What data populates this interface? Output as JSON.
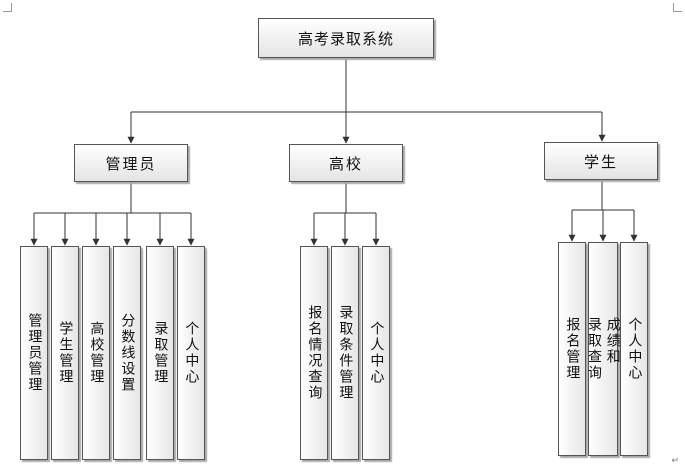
{
  "colors": {
    "line": "#333333",
    "border": "#555555",
    "shadow": "#a8a8a8"
  },
  "root": {
    "label": "高考录取系统"
  },
  "categories": [
    {
      "label": "管理员",
      "children": [
        {
          "lines": [
            "管理员管理"
          ]
        },
        {
          "lines": [
            "学生管理"
          ]
        },
        {
          "lines": [
            "高校管理"
          ]
        },
        {
          "lines": [
            "分数线设置"
          ]
        },
        {
          "lines": [
            "录取管理"
          ]
        },
        {
          "lines": [
            "个人中心"
          ]
        }
      ]
    },
    {
      "label": "高校",
      "children": [
        {
          "lines": [
            "报名情况查询"
          ]
        },
        {
          "lines": [
            "录取条件管理"
          ]
        },
        {
          "lines": [
            "个人中心"
          ]
        }
      ]
    },
    {
      "label": "学生",
      "children": [
        {
          "lines": [
            "报名管理"
          ]
        },
        {
          "lines": [
            "成绩和",
            "录取查询"
          ]
        },
        {
          "lines": [
            "个人中心"
          ]
        }
      ]
    }
  ],
  "return_mark": "↵"
}
